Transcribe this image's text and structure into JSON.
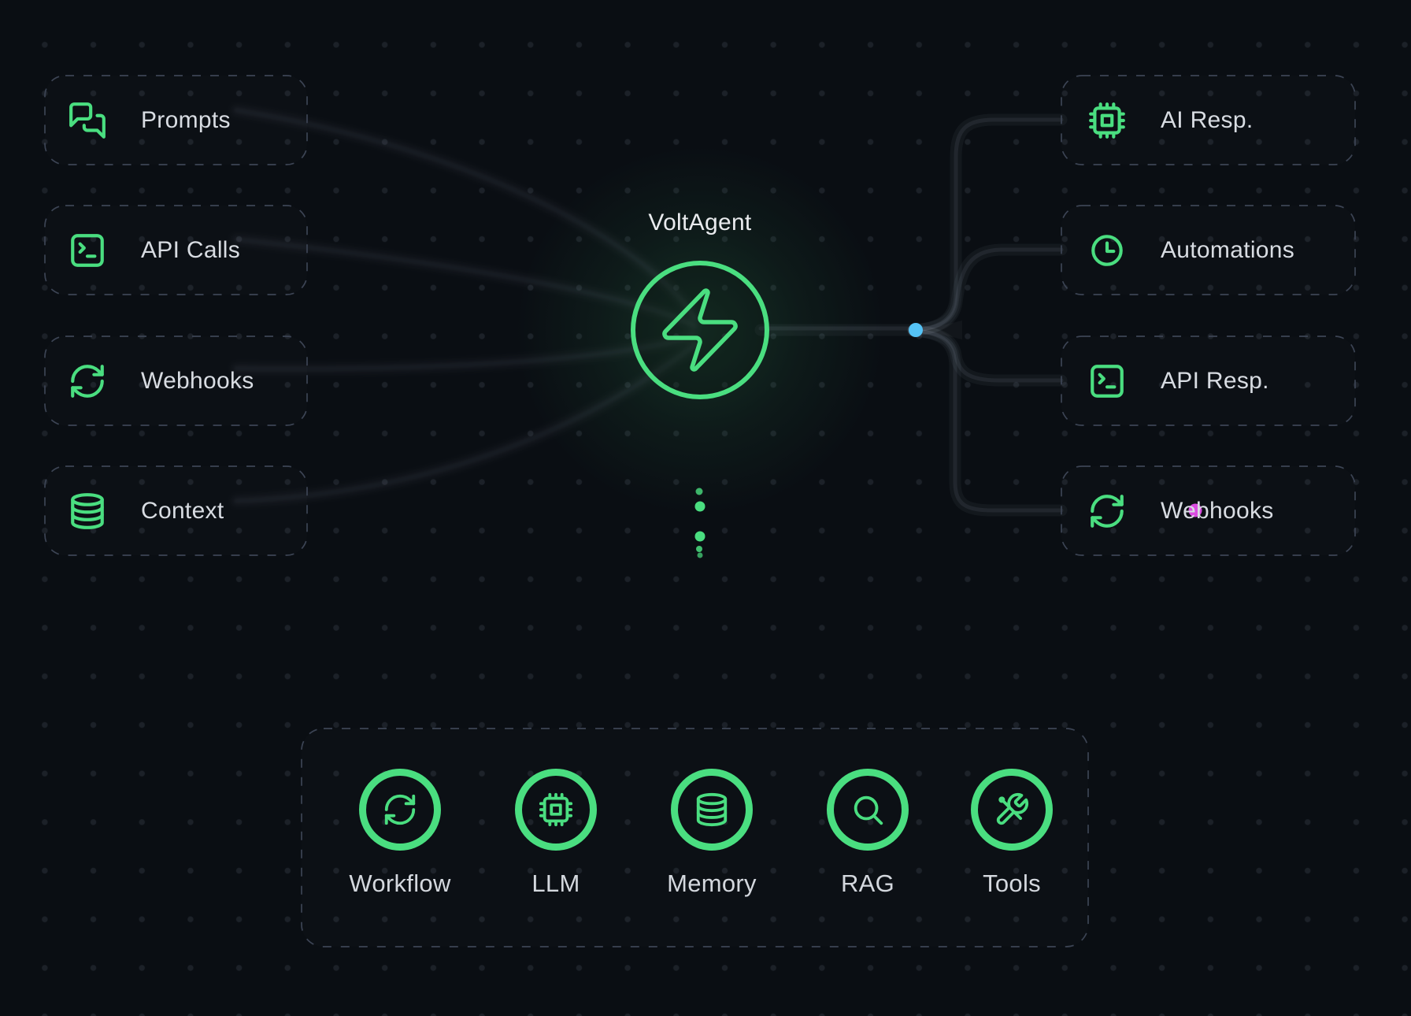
{
  "title": "VoltAgent",
  "left_nodes": [
    {
      "label": "Prompts",
      "icon": "chat-bubbles"
    },
    {
      "label": "API Calls",
      "icon": "terminal"
    },
    {
      "label": "Webhooks",
      "icon": "sync-arrows"
    },
    {
      "label": "Context",
      "icon": "database"
    }
  ],
  "right_nodes": [
    {
      "label": "AI Resp.",
      "icon": "chip"
    },
    {
      "label": "Automations",
      "icon": "clock"
    },
    {
      "label": "API Resp.",
      "icon": "terminal"
    },
    {
      "label": "Webhooks",
      "icon": "sync-arrows"
    }
  ],
  "bottom_nodes": [
    {
      "label": "Workflow",
      "icon": "sync-arrows"
    },
    {
      "label": "LLM",
      "icon": "chip"
    },
    {
      "label": "Memory",
      "icon": "database"
    },
    {
      "label": "RAG",
      "icon": "search"
    },
    {
      "label": "Tools",
      "icon": "tools"
    }
  ],
  "particles": {
    "blue_dot_color": "#55c3f6",
    "magenta_dot_color": "#da4be0",
    "green_dot_color": "#4ade80"
  },
  "colors": {
    "accent_green": "#4ade80",
    "background": "#0a0e13",
    "dashed_border": "#3c4454",
    "label_text": "#d8dce2"
  }
}
